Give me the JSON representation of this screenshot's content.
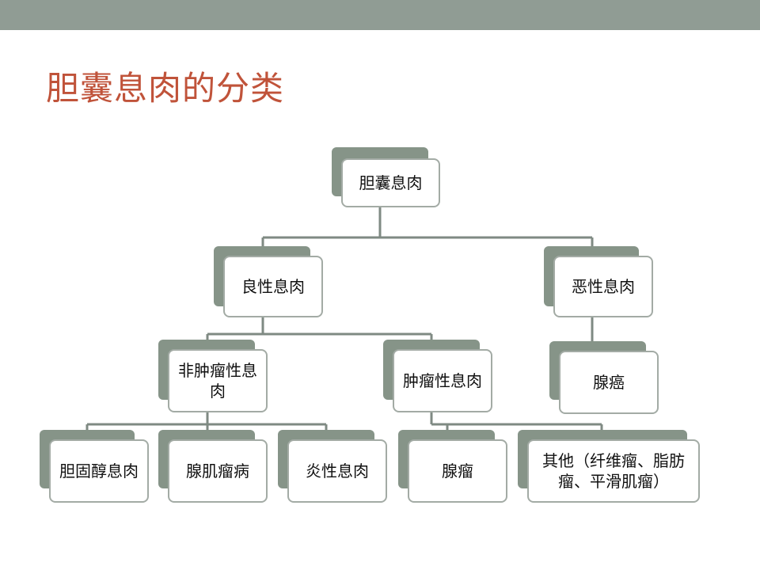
{
  "slide": {
    "title": "胆囊息肉的分类"
  },
  "tree": {
    "root": "胆囊息肉",
    "benign": "良性息肉",
    "malignant": "恶性息肉",
    "non_neoplastic": "非肿瘤性息肉",
    "neoplastic": "肿瘤性息肉",
    "adenocarcinoma": "腺癌",
    "cholesterol": "胆固醇息肉",
    "adenomyomatosis": "腺肌瘤病",
    "inflammatory": "炎性息肉",
    "adenoma": "腺瘤",
    "other": "其他（纤维瘤、脂肪瘤、平滑肌瘤）"
  },
  "colors": {
    "title": "#c0533a",
    "topbar": "#909c94",
    "shadow": "#869488",
    "border": "#a3aba5",
    "connector": "#7f8a83"
  }
}
